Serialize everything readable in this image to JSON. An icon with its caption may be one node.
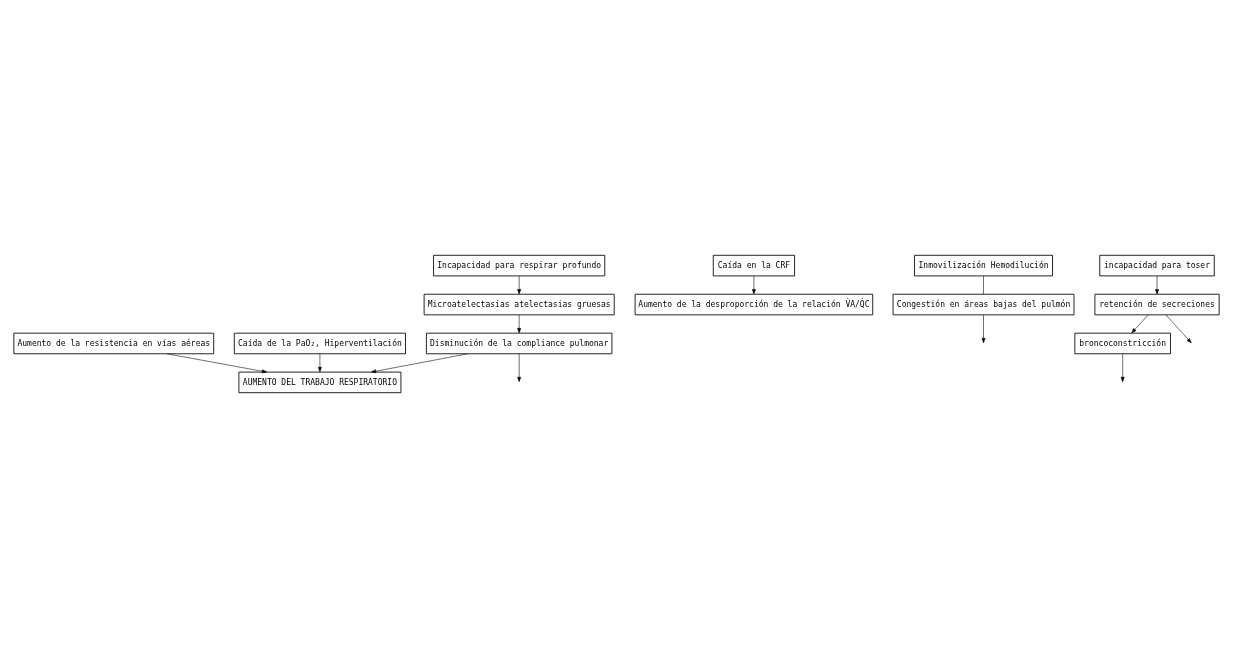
{
  "diagram": {
    "nodes": [
      {
        "text": [
          "Incapacidad para respirar profundo"
        ]
      },
      {
        "text": [
          "Microatelectasias atelectasias gruesas"
        ]
      },
      {
        "text": [
          "Disminución de la compliance pulmonar"
        ]
      },
      {
        "text": [
          "Caída en la CRF"
        ]
      },
      {
        "text": [
          "Aumento de la desproporción de la relación V̇A/Q̇C"
        ]
      },
      {
        "text": [
          "Inmovilización Hemodilución"
        ]
      },
      {
        "text": [
          "Congestión en áreas bajas del pulmón"
        ]
      },
      {
        "text": [
          "incapacidad para toser"
        ]
      },
      {
        "text": [
          "retención de secreciones"
        ]
      },
      {
        "text": [
          "broncoconstricción"
        ]
      },
      {
        "text": [
          "Aumento de la resistencia en vías aéreas"
        ]
      },
      {
        "text": [
          "Caída de la PaO₂, Hiperventilación"
        ]
      },
      {
        "text": [
          "AUMENTO DEL TRABAJO RESPIRATORIO"
        ]
      }
    ],
    "edges": [
      {
        "from": 0,
        "to": 1,
        "arrow": "to"
      },
      {
        "from": 1,
        "to": 2,
        "arrow": "to"
      },
      {
        "from": 2,
        "to": null,
        "arrow": "to"
      },
      {
        "from": 2,
        "to": 12,
        "arrow": "to"
      },
      {
        "from": 3,
        "to": 4,
        "arrow": "to"
      },
      {
        "from": 5,
        "to": 6,
        "arrow": "none"
      },
      {
        "from": 6,
        "to": null,
        "arrow": "to"
      },
      {
        "from": 7,
        "to": 8,
        "arrow": "to"
      },
      {
        "from": 8,
        "to": 9,
        "arrow": "to"
      },
      {
        "from": 8,
        "to": null,
        "arrow": "to"
      },
      {
        "from": 9,
        "to": null,
        "arrow": "to"
      },
      {
        "from": 10,
        "to": 12,
        "arrow": "to"
      },
      {
        "from": 11,
        "to": 12,
        "arrow": "to"
      }
    ]
  }
}
